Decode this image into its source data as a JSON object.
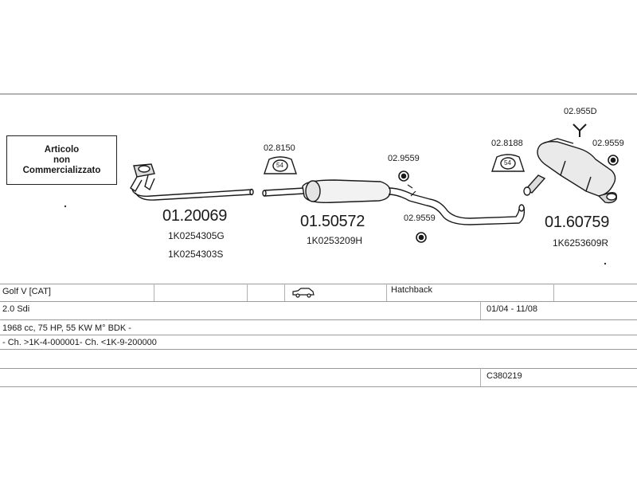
{
  "not_sold_box": [
    "Articolo",
    "non",
    "Commercializzato"
  ],
  "parts": [
    {
      "code": "01.20069",
      "refs": [
        "1K0254305G",
        "1K0254303S"
      ]
    },
    {
      "code": "01.50572",
      "refs": [
        "1K0253209H"
      ]
    },
    {
      "code": "01.60759",
      "refs": [
        "1K6253609R"
      ]
    }
  ],
  "accessories": {
    "clamp_1": "02.8150",
    "clamp_1_size": "54",
    "hanger_1": "02.9559",
    "hanger_2": "02.9559",
    "clamp_2": "02.8188",
    "clamp_2_size": "54",
    "bracket": "02.955D",
    "hanger_3": "02.9559"
  },
  "vehicle": {
    "model": "Golf V  [CAT]",
    "body": "Hatchback",
    "engine": "2.0 Sdi",
    "period": "01/04 - 11/08",
    "spec": "1968 cc, 75 HP, 55 KW M° BDK -",
    "chassis": "- Ch. >1K-4-000001- Ch. <1K-9-200000",
    "ref": "C380219"
  },
  "colors": {
    "line": "#1a1a1a",
    "rule": "#9a9a9a"
  }
}
